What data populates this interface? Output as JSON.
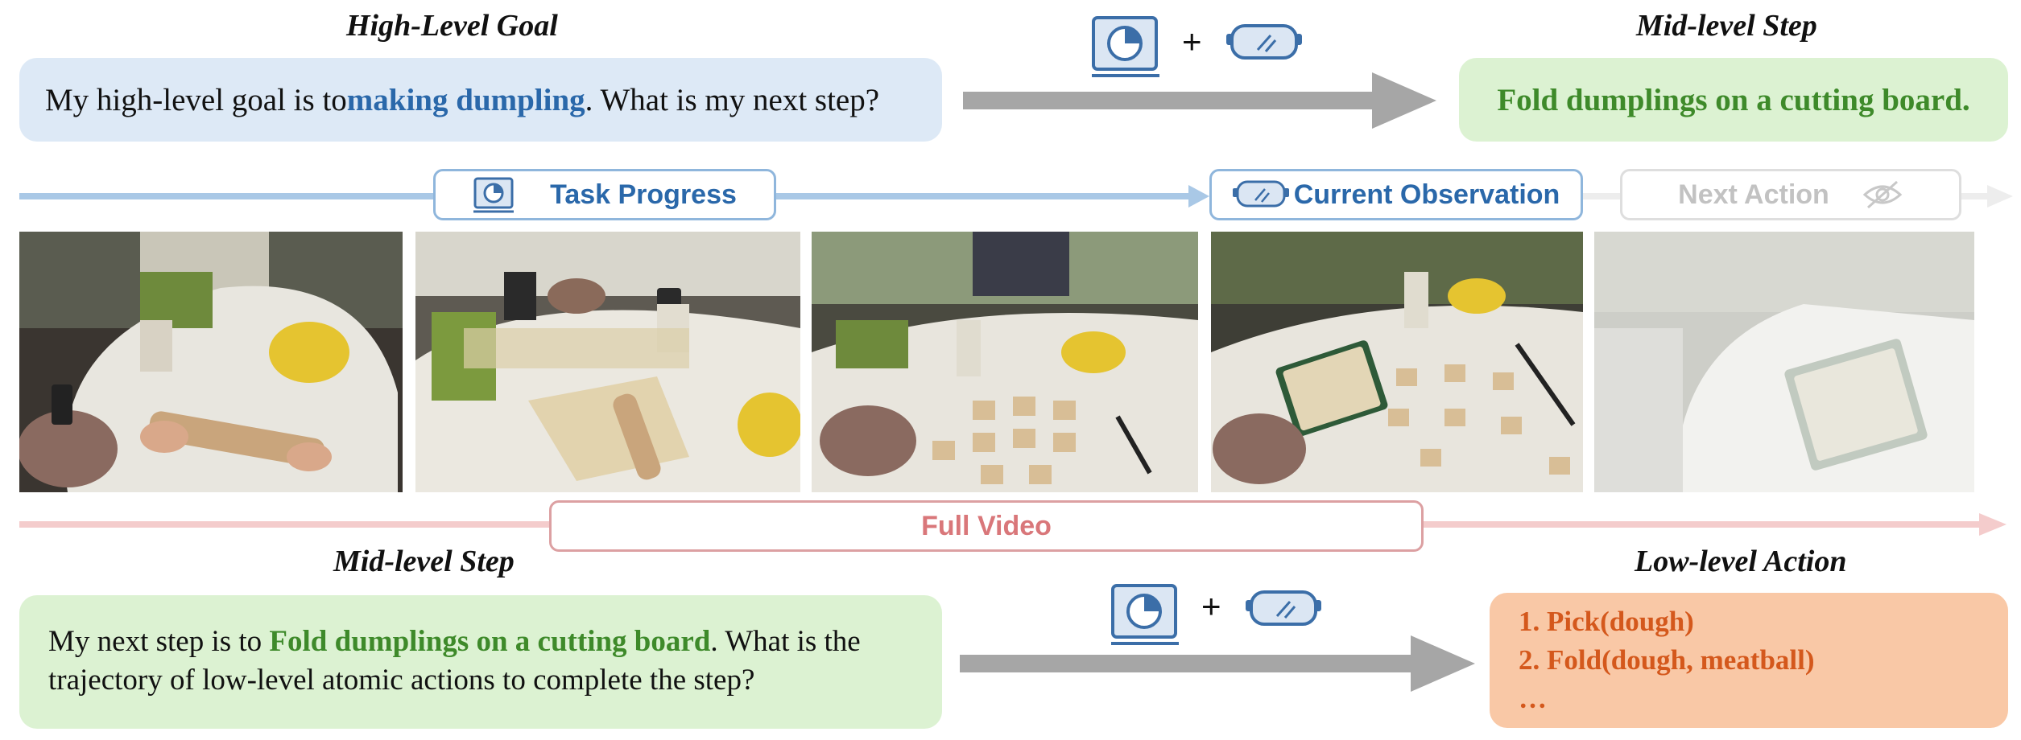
{
  "top": {
    "goal_title": "High-Level Goal",
    "goal_prefix": "My high-level goal is to ",
    "goal_highlight": "making dumpling",
    "goal_suffix": ". What is my next step?",
    "plus": "+",
    "step_title": "Mid-level Step",
    "step_text": "Fold dumplings on a cutting board."
  },
  "band": {
    "task_progress": "Task Progress",
    "current_observation": "Current Observation",
    "next_action": "Next Action",
    "full_video": "Full Video"
  },
  "bottom": {
    "step_title": "Mid-level Step",
    "step_prefix": "My next step is to ",
    "step_highlight": "Fold dumplings on a cutting board",
    "step_suffix": ". What is the trajectory of low-level atomic actions to complete the step?",
    "plus": "+",
    "action_title": "Low-level Action",
    "actions": [
      "1. Pick(dough)",
      "2. Fold(dough, meatball)",
      "…"
    ]
  },
  "colors": {
    "blue": "#2a68aa",
    "light_blue_arrow": "#a9c8e6",
    "green": "#3e8a2a",
    "red_band": "#d9777a",
    "orange": "#d4581c",
    "gray_arrow": "#a6a6a6"
  },
  "icons": [
    "progress-chart-icon",
    "vr-goggles-icon",
    "eye-slash-icon"
  ]
}
